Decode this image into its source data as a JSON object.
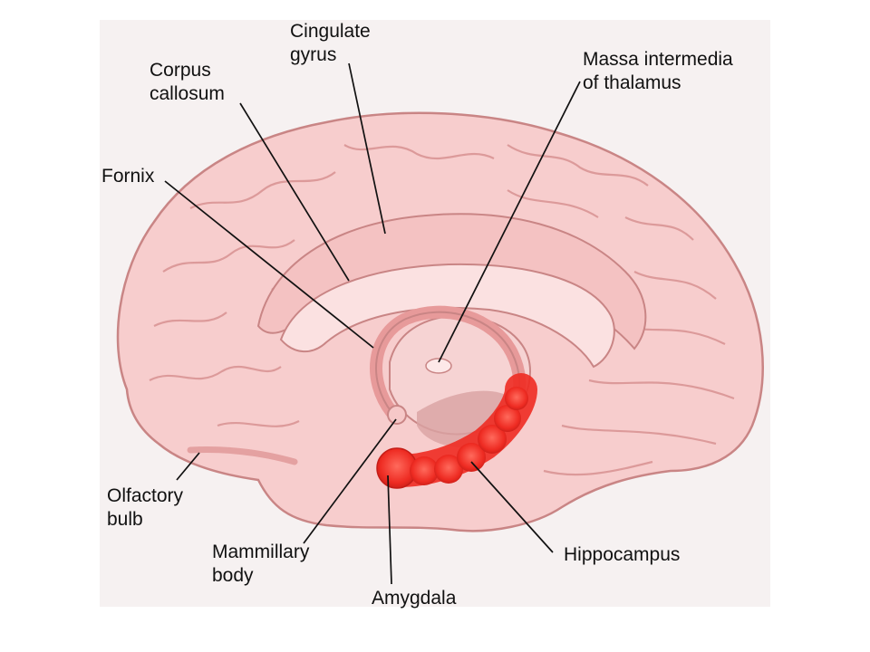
{
  "colors": {
    "panel": "#f6f1f1",
    "tissue": "#f7cdcd",
    "tissue_dark": "#e7a3a3",
    "outline": "#c98585",
    "limbic_red": "#f0302a",
    "leader": "#111111"
  },
  "labels": {
    "cingulate_gyrus": {
      "line1": "Cingulate",
      "line2": "gyrus"
    },
    "corpus_callosum": {
      "line1": "Corpus",
      "line2": "callosum"
    },
    "massa_intermedia": {
      "line1": "Massa intermedia",
      "line2": "of thalamus"
    },
    "fornix": {
      "line1": "Fornix"
    },
    "olfactory_bulb": {
      "line1": "Olfactory",
      "line2": "bulb"
    },
    "mammillary_body": {
      "line1": "Mammillary",
      "line2": "body"
    },
    "amygdala": {
      "line1": "Amygdala"
    },
    "hippocampus": {
      "line1": "Hippocampus"
    }
  }
}
